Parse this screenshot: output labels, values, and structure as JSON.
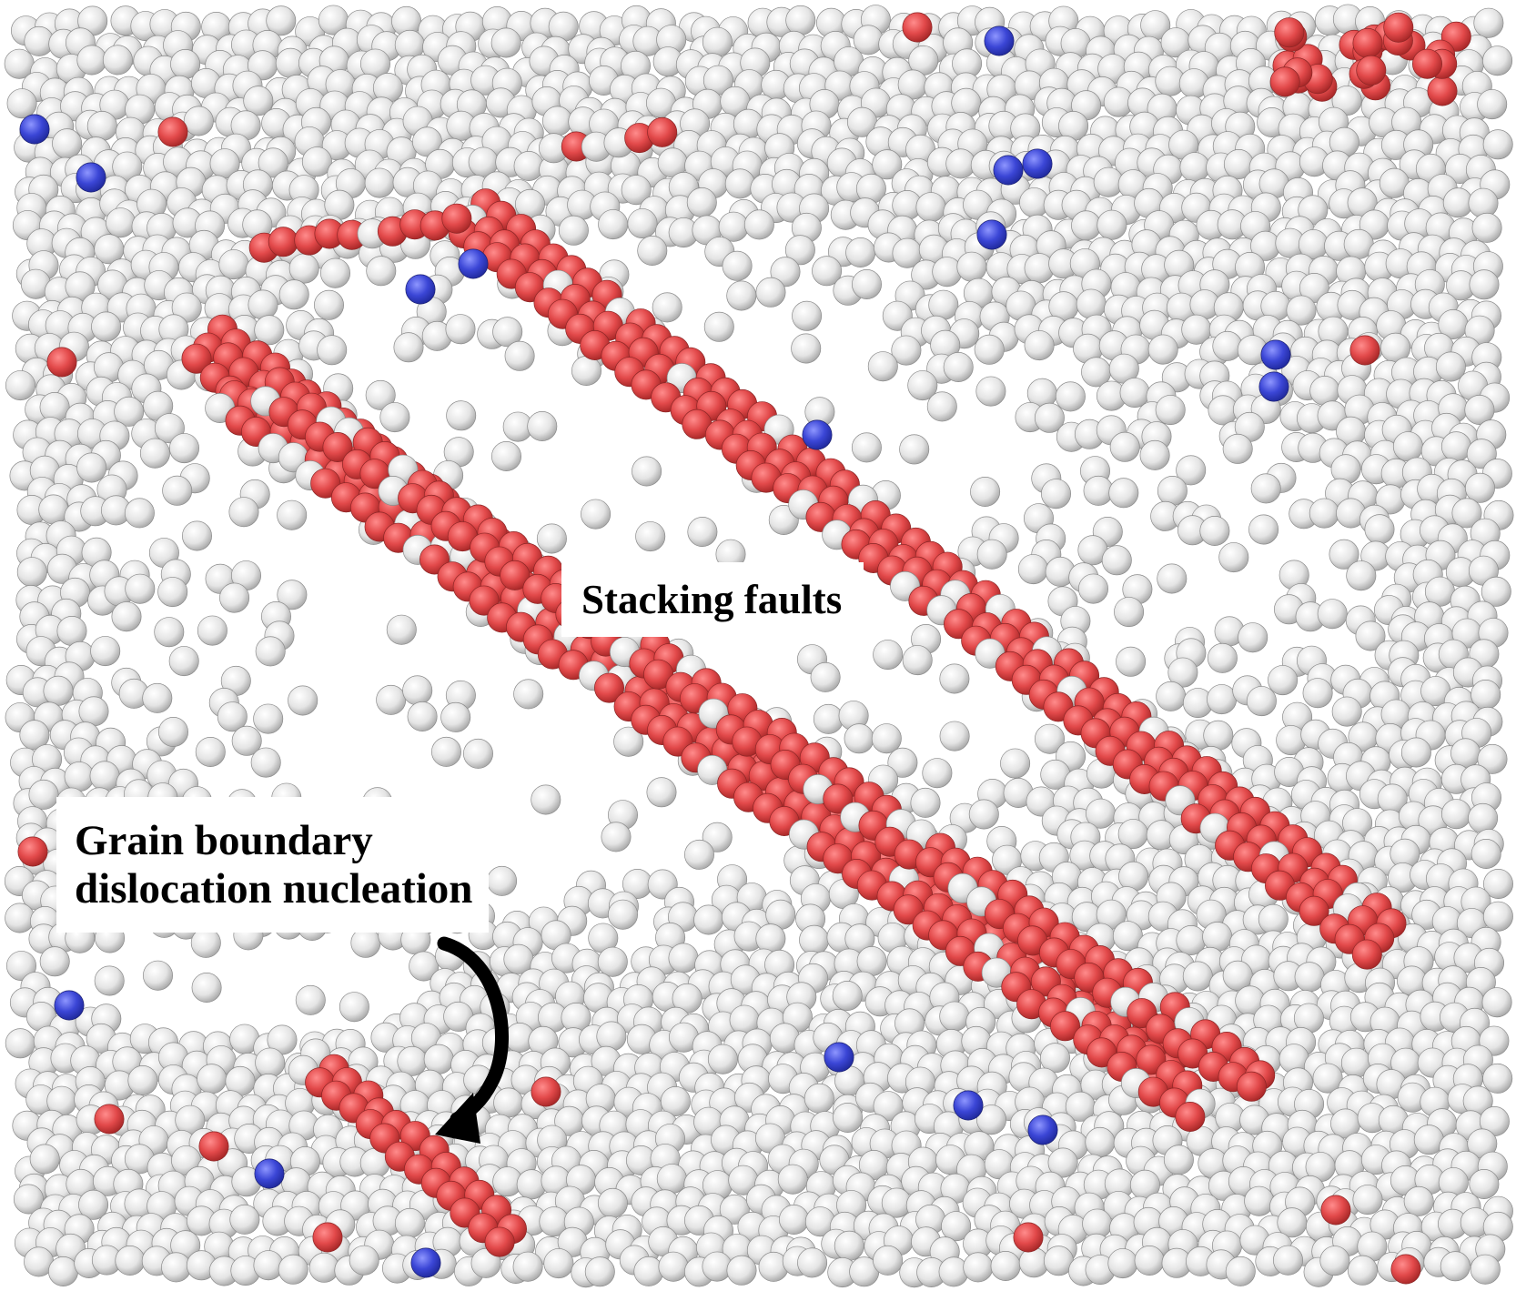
{
  "annotations": {
    "stacking_faults": "Stacking faults",
    "grain_boundary_line1": "Grain boundary",
    "grain_boundary_line2": "dislocation nucleation"
  },
  "atom_colors": {
    "other_structure": "#e8e8e8",
    "hcp_stacking_fault": "#e2494a",
    "bcc": "#3b46d6",
    "background": "#ffffff"
  },
  "arrow": {
    "color": "#000000",
    "direction": "curved-downward-left",
    "icon": "curved-arrow-icon"
  }
}
